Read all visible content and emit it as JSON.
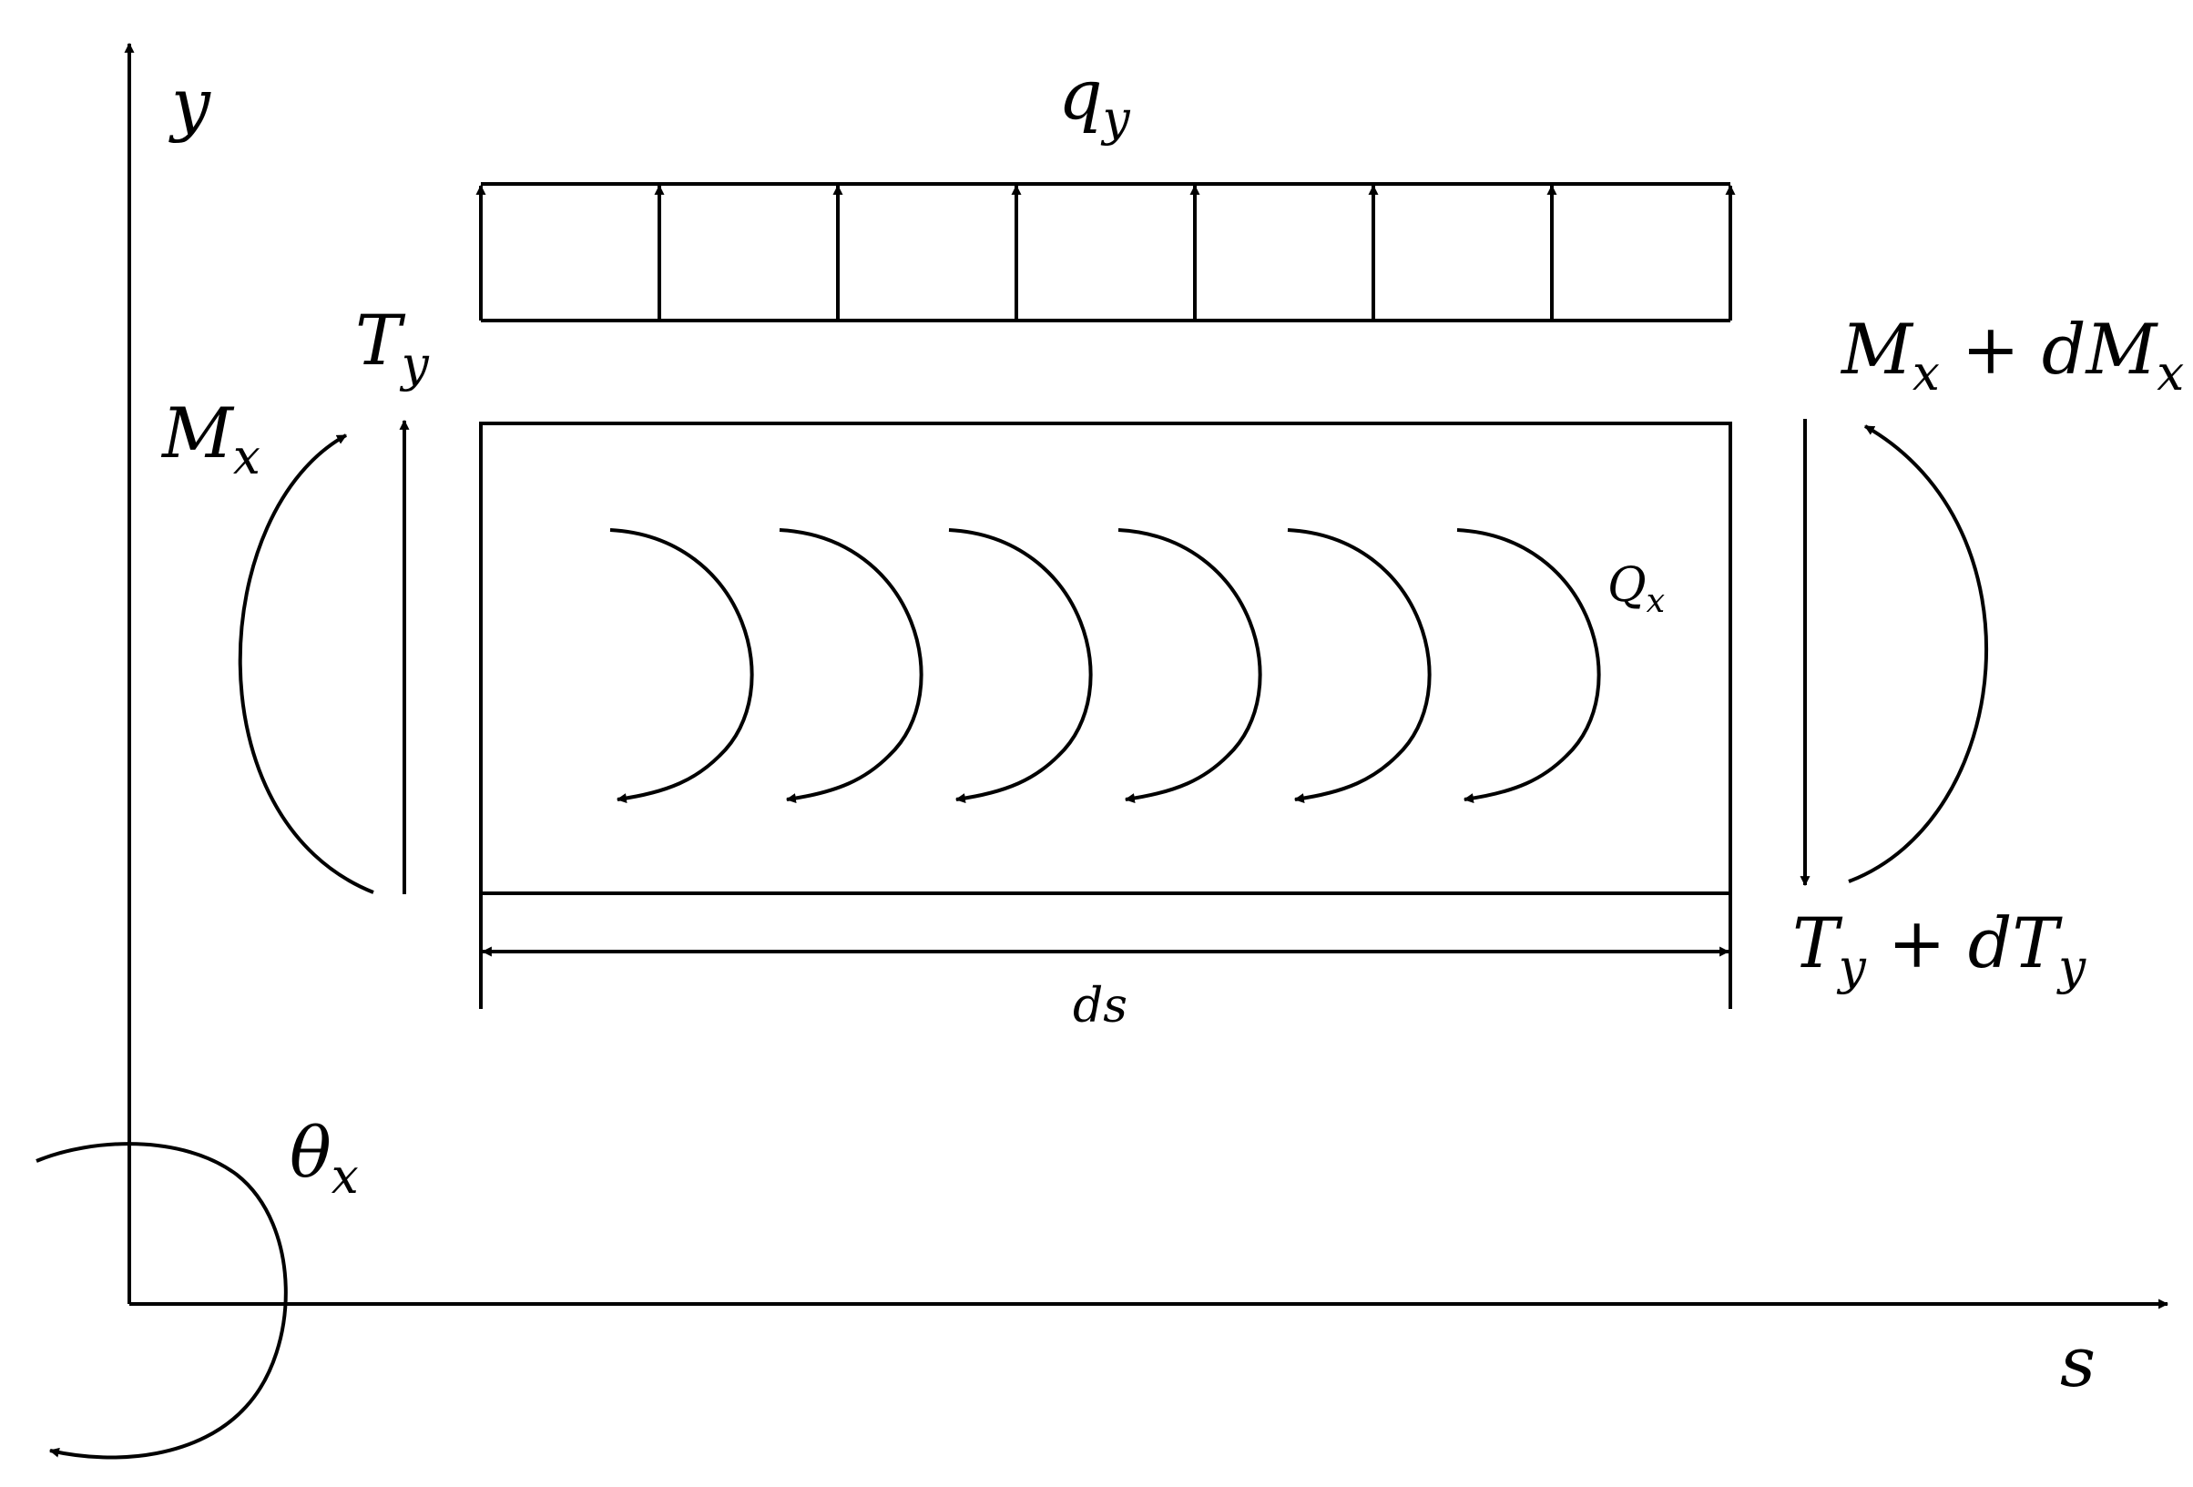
{
  "axes": {
    "y_label": "y",
    "s_label": "s",
    "rotation_label": "θ",
    "rotation_sub": "x"
  },
  "load": {
    "label": "q",
    "label_sub": "y",
    "arrow_count": 8
  },
  "left_end": {
    "moment": "M",
    "moment_sub": "x",
    "force": "T",
    "force_sub": "y"
  },
  "right_end": {
    "moment_a": "M",
    "moment_a_sub": "x",
    "moment_plus": " + dM",
    "moment_b_sub": "x",
    "force_a": "T",
    "force_a_sub": "y",
    "force_plus": " + dT",
    "force_b_sub": "y"
  },
  "element": {
    "couple_label": "Q",
    "couple_sub": "x",
    "couple_count": 6,
    "length_label": "ds"
  },
  "colors": {
    "stroke": "#000000",
    "background": "#ffffff"
  }
}
